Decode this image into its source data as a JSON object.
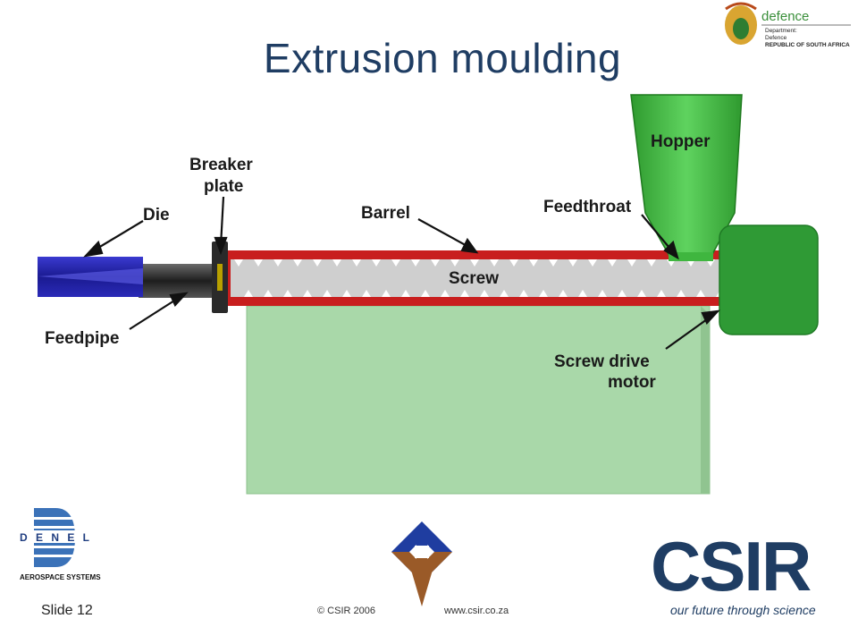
{
  "slide": {
    "title": "Extrusion moulding",
    "number": "Slide 12",
    "copyright": "© CSIR 2006",
    "url": "www.csir.co.za"
  },
  "diagram": {
    "labels": {
      "die": "Die",
      "breaker_line1": "Breaker",
      "breaker_line2": "plate",
      "barrel": "Barrel",
      "feedthroat": "Feedthroat",
      "hopper": "Hopper",
      "screw": "Screw",
      "feedpipe": "Feedpipe",
      "motor_line1": "Screw drive",
      "motor_line2": "motor"
    },
    "colors": {
      "hopper": "#3fb63f",
      "motor": "#2f9a35",
      "barrel": "#c81e1e",
      "screw": "#c8c8c8",
      "die": "#2020a0",
      "base": "#a9d8a9"
    }
  },
  "logos": {
    "defence": {
      "word": "defence",
      "line1": "Department:",
      "line2": "Defence",
      "line3": "REPUBLIC OF SOUTH AFRICA"
    },
    "denel": {
      "letters": "D E N E L",
      "sub": "AEROSPACE SYSTEMS"
    },
    "csir": {
      "word": "CSIR",
      "tagline": "our future through science"
    }
  }
}
